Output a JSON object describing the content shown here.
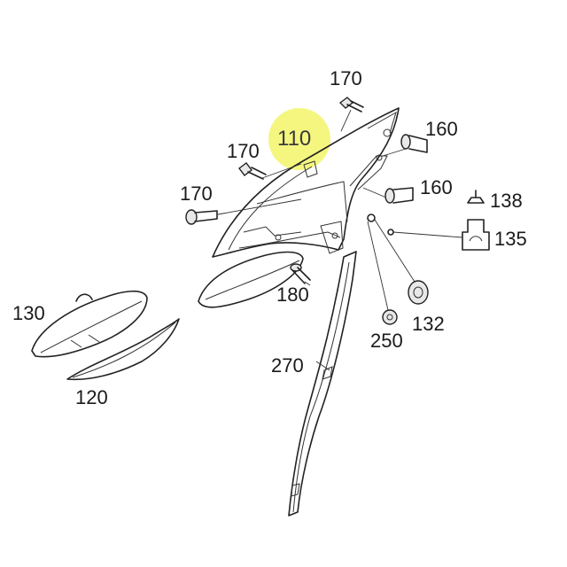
{
  "highlight": {
    "label": "110",
    "color": "#f2f56a"
  },
  "callouts": {
    "c170_top": "170",
    "c170_mid": "170",
    "c170_left": "170",
    "c160_top": "160",
    "c160_mid": "160",
    "c138": "138",
    "c135": "135",
    "c180": "180",
    "c132": "132",
    "c250": "250",
    "c270": "270",
    "c130": "130",
    "c120": "120"
  }
}
